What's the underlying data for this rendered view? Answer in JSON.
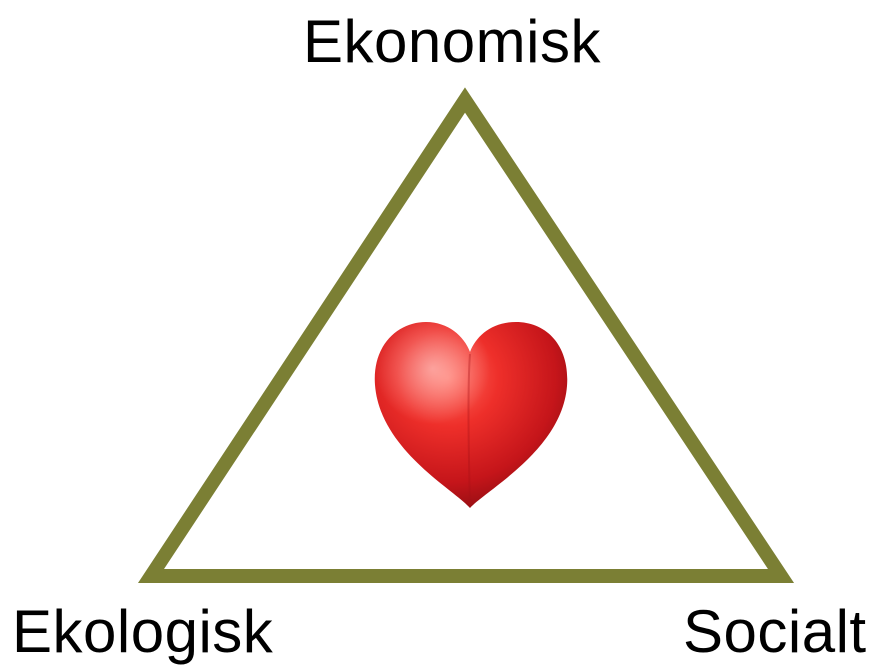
{
  "diagram": {
    "labels": {
      "top": "Ekonomisk",
      "bottom_left": "Ekologisk",
      "bottom_right": "Socialt"
    },
    "center_icon": "heart-icon",
    "colors": {
      "triangle_stroke": "#7b7f34",
      "heart": "#e02424",
      "text": "#000000",
      "background": "#ffffff"
    }
  }
}
